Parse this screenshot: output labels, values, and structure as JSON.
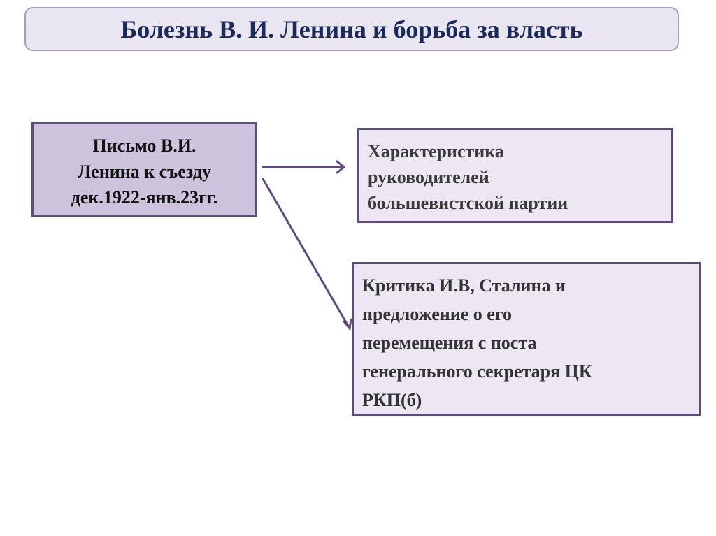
{
  "title": "Болезнь В. И. Ленина и борьба за власть",
  "source_box": {
    "lines": [
      "Письмо В.И.",
      "Ленина к съезду",
      "дек.1922-янв.23гг."
    ]
  },
  "target_box_1": {
    "lines": [
      "Характеристика",
      "руководителей",
      "большевистской партии"
    ]
  },
  "target_box_2": {
    "lines": [
      "Критика И.В, Сталина и",
      "предложение о его",
      "перемещения с поста",
      "генерального секретаря ЦК",
      "РКП(б)"
    ]
  },
  "colors": {
    "title_text": "#1b2a5a",
    "border": "#5e4a7c",
    "arrow": "#5e4a7c"
  }
}
